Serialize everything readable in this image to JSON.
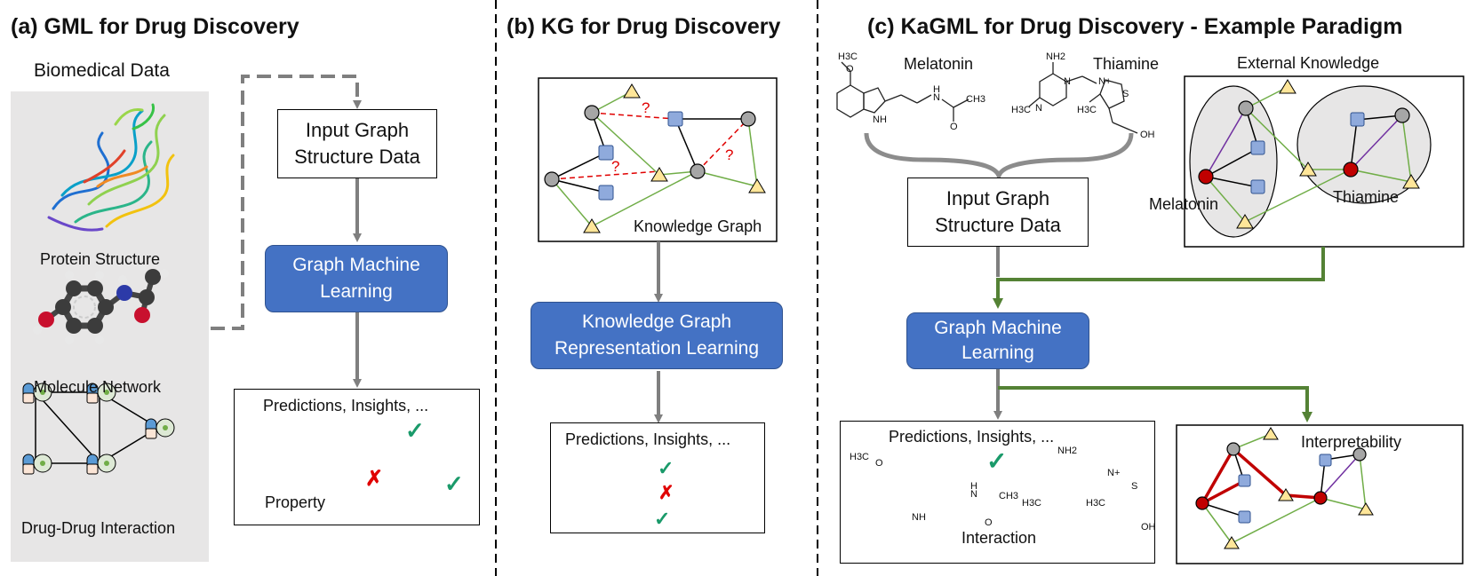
{
  "panels": {
    "a": {
      "title": "(a) GML for Drug Discovery",
      "biomedical_data": "Biomedical Data",
      "protein_structure": "Protein Structure",
      "molecule_network": "Molecule Network",
      "drug_drug_interaction": "Drug-Drug Interaction",
      "input_box": "Input Graph Structure Data",
      "gml_box": "Graph Machine Learning",
      "output_title": "Predictions, Insights, ...",
      "property": "Property",
      "check": "✓",
      "cross": "✗"
    },
    "b": {
      "title": "(b) KG for Drug Discovery",
      "kg_label": "Knowledge Graph",
      "question": "?",
      "kgrl_box": "Knowledge Graph Representation Learning",
      "output_title": "Predictions, Insights, ...",
      "check": "✓",
      "cross": "✗"
    },
    "c": {
      "title": "(c) KaGML for Drug Discovery - Example Paradigm",
      "melatonin": "Melatonin",
      "thiamine": "Thiamine",
      "external_knowledge": "External Knowledge",
      "ek_melatonin": "Melatonin",
      "ek_thiamine": "Thiamine",
      "input_box": "Input Graph Structure Data",
      "gml_box": "Graph Machine Learning",
      "output_title": "Predictions, Insights, ...",
      "interaction": "Interaction",
      "interpretability": "Interpretability",
      "check": "✓",
      "chem": {
        "h3c": "H3C",
        "o": "O",
        "nh": "NH",
        "h": "H",
        "n": "N",
        "ch3": "CH3",
        "nh2": "NH2",
        "s": "S",
        "oh": "OH",
        "nplus": "N+"
      }
    }
  },
  "colors": {
    "blue_box": "#4472c4",
    "arrow_gray": "#7f7f7f",
    "arrow_green": "#548235",
    "edge_green": "#70ad47",
    "edge_purple": "#7030a0",
    "dashed_red": "#e00000",
    "node_gray": "#a6a6a6",
    "node_red": "#c00000",
    "node_blue": "#8faadc",
    "node_yellow": "#ffe699",
    "panel_gray": "#e7e6e6",
    "check_green": "#1a9a6a",
    "cross_red": "#e00000"
  }
}
